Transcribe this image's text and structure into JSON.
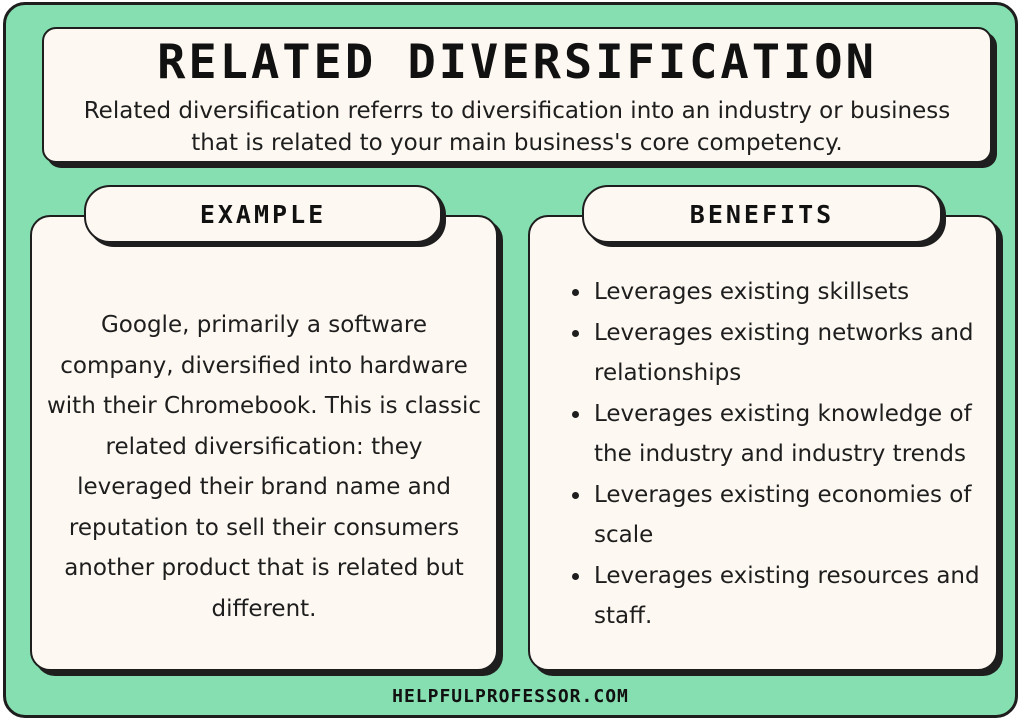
{
  "title": "RELATED DIVERSIFICATION",
  "subtitle": "Related diversification referrs to diversification into an industry or business that is related to your main business's core competency.",
  "example": {
    "heading": "EXAMPLE",
    "text": "Google, primarily a software company, diversified into hardware with their Chromebook. This is classic related diversification: they leveraged their brand name and reputation to sell their consumers another product that is related but different."
  },
  "benefits": {
    "heading": "BENEFITS",
    "items": [
      "Leverages existing skillsets",
      "Leverages existing networks and relationships",
      "Leverages existing knowledge of the industry and industry trends",
      "Leverages existing economies of scale",
      "Leverages existing resources and staff."
    ]
  },
  "footer": "HELPFULPROFESSOR.COM",
  "colors": {
    "background": "#86dfb0",
    "card": "#fdf8f1",
    "border": "#1e1e1e"
  }
}
